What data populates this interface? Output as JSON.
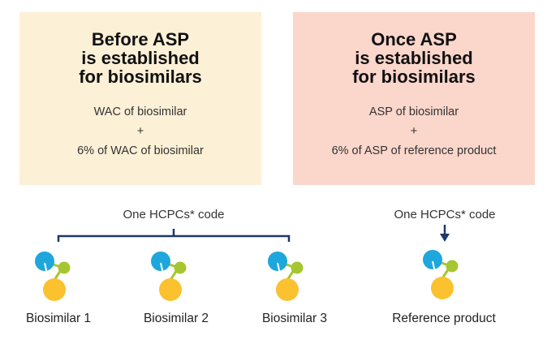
{
  "left_box": {
    "title": [
      "Before ASP",
      "is established",
      "for biosimilars"
    ],
    "formula": [
      "WAC of biosimilar",
      "+",
      "6% of WAC of biosimilar"
    ]
  },
  "right_box": {
    "title": [
      "Once ASP",
      "is established",
      "for biosimilars"
    ],
    "formula": [
      "ASP of biosimilar",
      "+",
      "6% of ASP of reference product"
    ]
  },
  "left_code": "One HCPCs* code",
  "right_code": "One HCPCs* code",
  "products": [
    "Biosimilar 1",
    "Biosimilar 2",
    "Biosimilar 3",
    "Reference product"
  ],
  "colors": {
    "left_box": "#fcf0d6",
    "right_box": "#fbd6cb",
    "bracket": "#1f3864",
    "blue": "#1ea7dc",
    "green": "#a6c631",
    "yellow": "#fbc12e"
  }
}
